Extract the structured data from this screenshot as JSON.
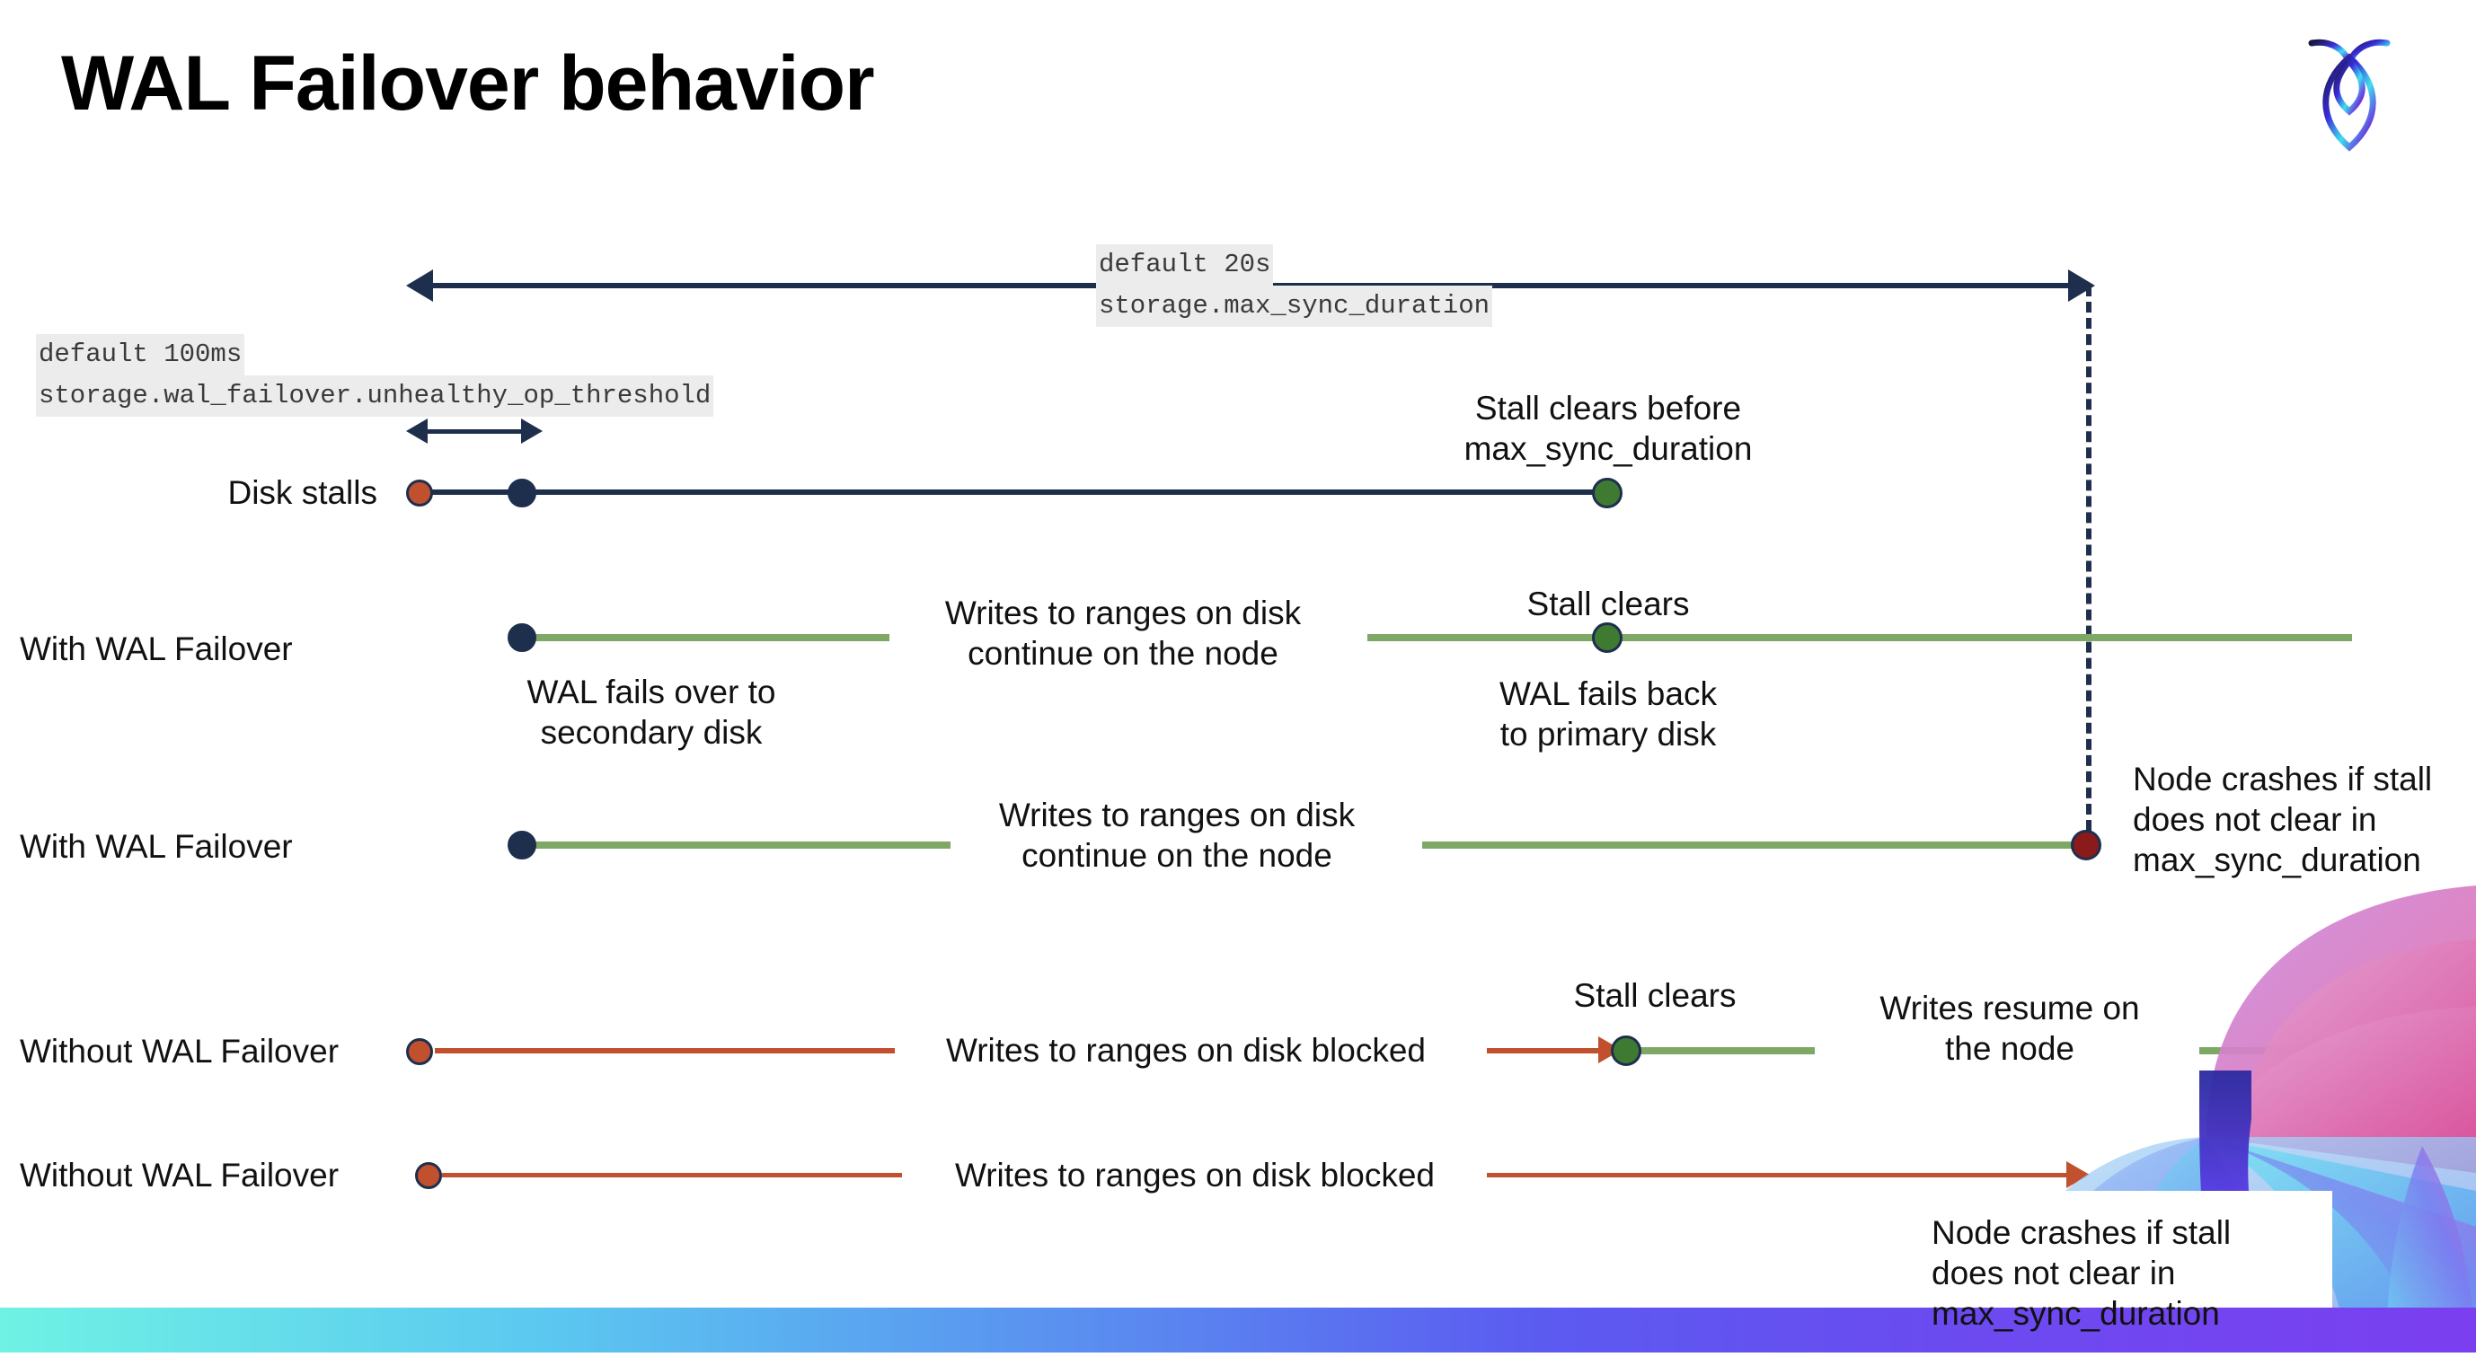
{
  "slide": {
    "title": "WAL Failover behavior",
    "logo_name": "cockroachdb-logo"
  },
  "settings": {
    "max_sync": {
      "default": "default 20s",
      "name": "storage.max_sync_duration"
    },
    "unhealthy": {
      "default": "default 100ms",
      "name": "storage.wal_failover.unhealthy_op_threshold"
    }
  },
  "rows": [
    {
      "label": "Disk stalls"
    },
    {
      "label": "With WAL Failover"
    },
    {
      "label": "With WAL Failover"
    },
    {
      "label": "Without WAL Failover"
    },
    {
      "label": "Without WAL Failover"
    }
  ],
  "annotations": {
    "stall_clears_before": "Stall clears before\nmax_sync_duration",
    "writes_continue_1": "Writes to ranges on disk\ncontinue on the node",
    "stall_clears_2": "Stall clears",
    "wal_fails_over": "WAL fails over to\nsecondary disk",
    "wal_fails_back": "WAL fails  back\nto primary disk",
    "writes_continue_2": "Writes to ranges on disk\ncontinue on the node",
    "node_crashes_1": "Node crashes if stall\ndoes not clear in\nmax_sync_duration",
    "writes_blocked_1": "Writes to ranges on disk  blocked",
    "stall_clears_3": "Stall clears",
    "writes_resume": "Writes resume on\nthe node",
    "writes_blocked_2": "Writes to ranges on disk  blocked",
    "node_crashes_2": "Node crashes if stall\ndoes not clear in\nmax_sync_duration"
  },
  "colors": {
    "navy": "#1E2F4D",
    "orange": "#C1502E",
    "green_line": "#7FA766",
    "green_dot": "#3F7A33",
    "dark_red": "#8B1A1A",
    "code_bg": "#ECECEC"
  }
}
